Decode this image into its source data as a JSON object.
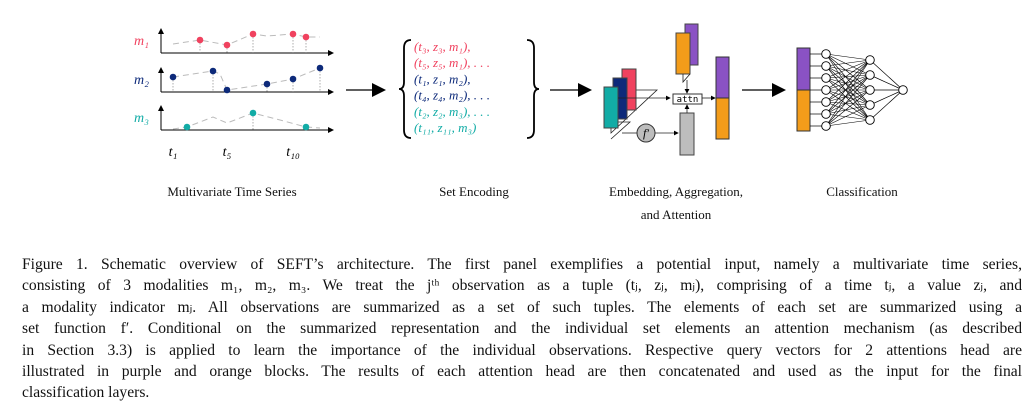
{
  "figure": {
    "panels": [
      {
        "label": "Multivariate Time Series"
      },
      {
        "label": "Set Encoding"
      },
      {
        "label": "Embedding, Aggregation,",
        "label2": "and Attention"
      },
      {
        "label": "Classification"
      }
    ],
    "modalities": [
      {
        "name": "m₁",
        "color": "#f0425f"
      },
      {
        "name": "m₂",
        "color": "#0d2a7a"
      },
      {
        "name": "m₃",
        "color": "#12aca6"
      }
    ],
    "time_ticks": [
      "t₁",
      "t₅",
      "t₁₀"
    ],
    "set_lines": [
      {
        "text": "(t₃, z₃, m₁),",
        "color": "#f0425f"
      },
      {
        "text": "(t₅, z₅, m₁), . . .",
        "color": "#f0425f"
      },
      {
        "text": "(t₁, z₁, m₂),",
        "color": "#0d2a7a"
      },
      {
        "text": "(t₄, z₄, m₂), . . .",
        "color": "#0d2a7a"
      },
      {
        "text": "(t₂, z₂, m₃), . . .",
        "color": "#12aca6"
      },
      {
        "text": "(t₁₁, z₁₁, m₃)",
        "color": "#12aca6"
      }
    ],
    "attn_label": "attn",
    "set_function_label": "f′",
    "head_colors": {
      "purple": "#8a52c4",
      "orange": "#f39c1a",
      "gray": "#bdbdbd"
    }
  },
  "caption": {
    "lines": [
      "Figure 1. Schematic overview of SEFT’s architecture. The first panel exemplifies a potential input, namely a multivariate time series,",
      "consisting of 3 modalities m₁, m₂, m₃. We treat the jᵗʰ observation as a tuple (tⱼ, zⱼ, mⱼ), comprising of a time tⱼ, a value zⱼ, and",
      "a modality indicator mⱼ. All observations are summarized as a set of such tuples. The elements of each set are summarized using a",
      "set function f′. Conditional on the summarized representation and the individual set elements an attention mechanism (as described",
      "in Section 3.3) is applied to learn the importance of the individual observations. Respective query vectors for 2 attentions head are",
      "illustrated in purple and orange blocks. The results of each attention head are then concatenated and used as the input for the final",
      "classification layers."
    ]
  }
}
